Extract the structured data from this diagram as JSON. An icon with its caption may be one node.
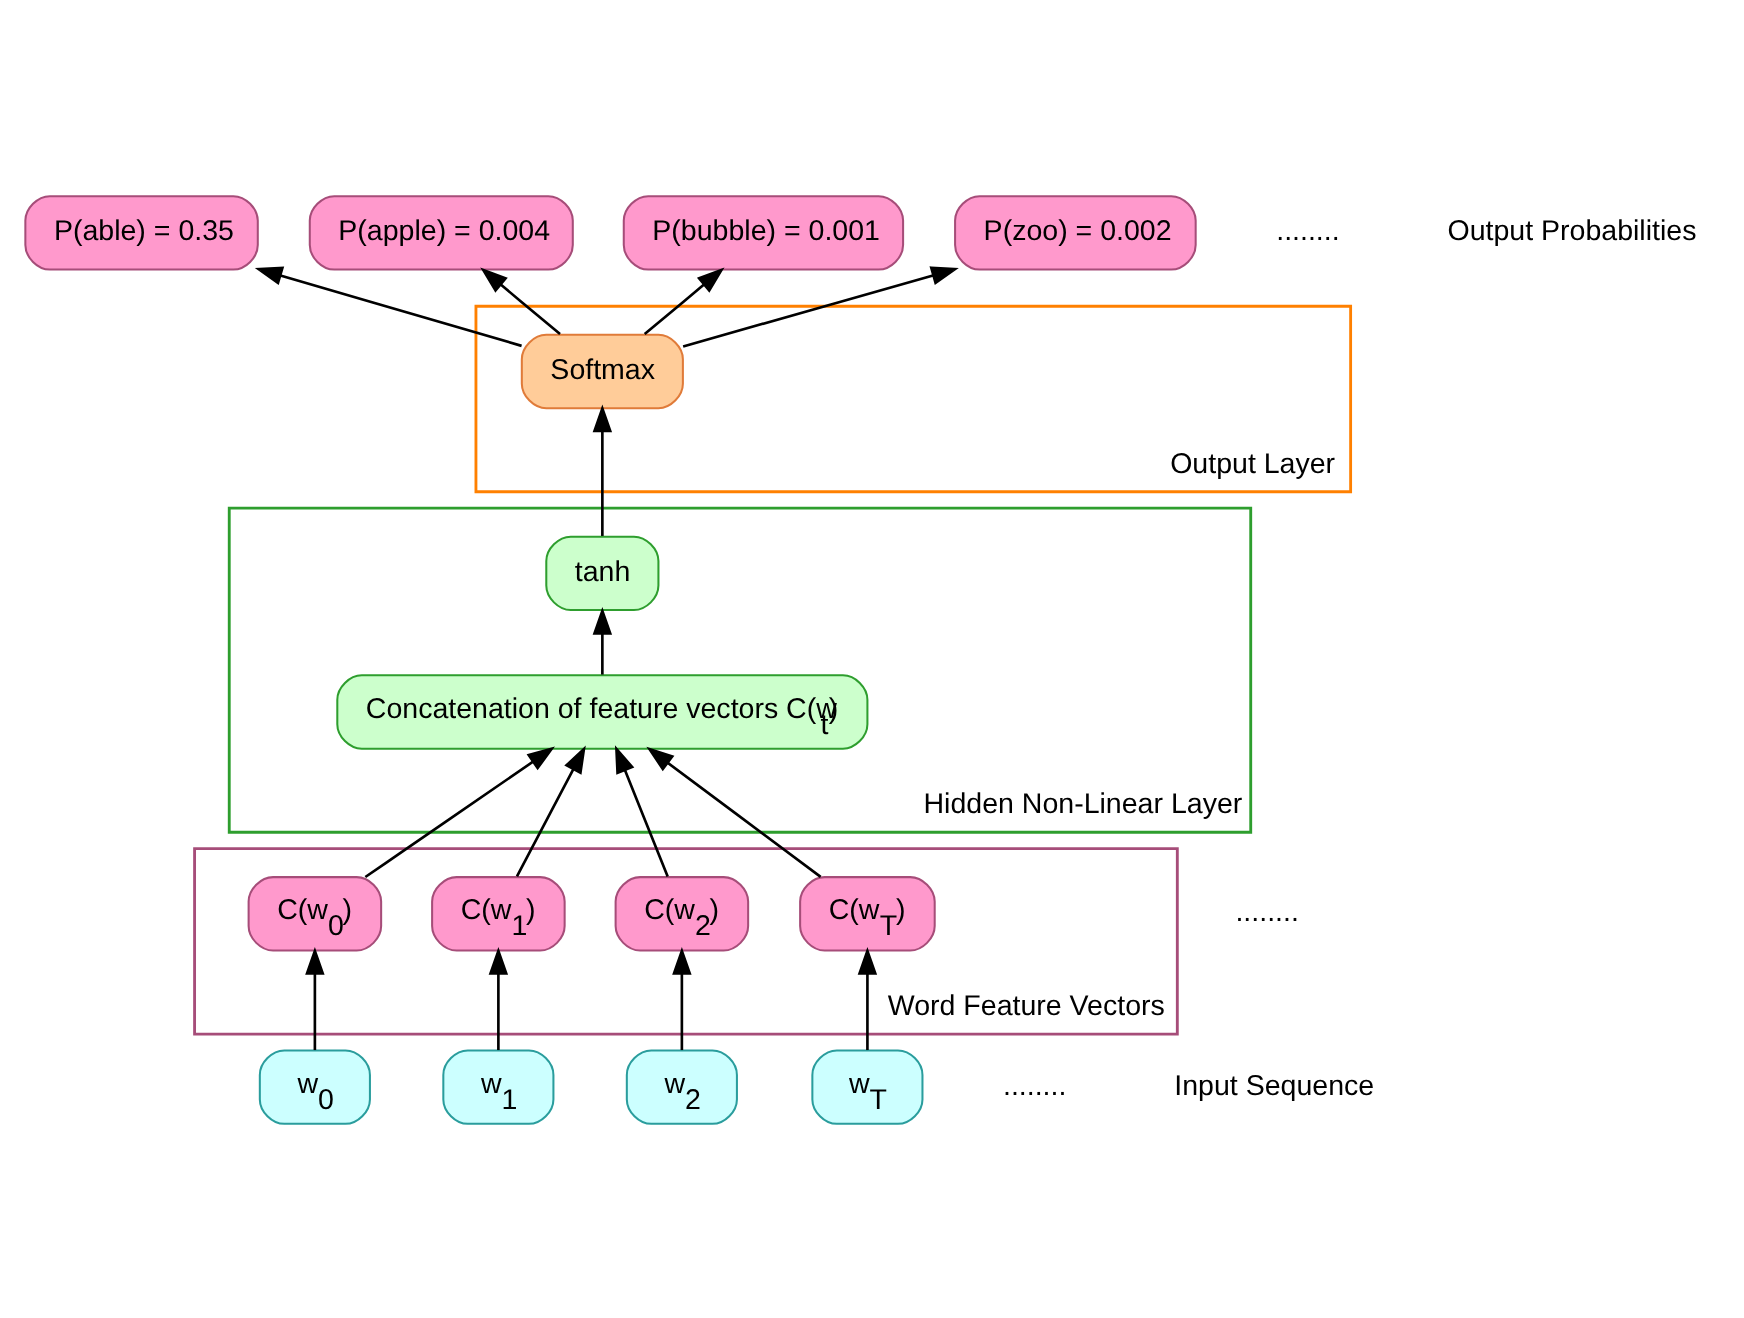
{
  "diagram": {
    "nodes": [
      {
        "text": [
          "P(able) = 0.35"
        ]
      },
      {
        "text": [
          "P(apple) = 0.004"
        ]
      },
      {
        "text": [
          "P(bubble) = 0.001"
        ]
      },
      {
        "text": [
          "P(zoo) = 0.002"
        ]
      },
      {
        "text": [
          "Output Layer"
        ]
      },
      {
        "text": [
          "Softmax"
        ],
        "in": 4
      },
      {
        "text": [
          "Hidden Non-Linear Layer"
        ]
      },
      {
        "text": [
          "tanh"
        ],
        "in": 6
      },
      {
        "text": [
          "Concatenation of feature vectors C(w$_{t}$)"
        ],
        "in": 6
      },
      {
        "text": [
          "Word Feature Vectors"
        ]
      },
      {
        "text": [
          "C(w$_{0}$)"
        ],
        "in": 9
      },
      {
        "text": [
          "C(w$_{1}$)"
        ],
        "in": 9
      },
      {
        "text": [
          "C(w$_{2}$)"
        ],
        "in": 9
      },
      {
        "text": [
          "C(w$_{T}$)"
        ],
        "in": 9
      },
      {
        "text": [
          "w$_{0}$"
        ]
      },
      {
        "text": [
          "w$_{1}$"
        ]
      },
      {
        "text": [
          "w$_{2}$"
        ]
      },
      {
        "text": [
          "w$_{T}$"
        ]
      }
    ],
    "edges": [
      {
        "from": 5,
        "to": 0,
        "arrow": "to"
      },
      {
        "from": 5,
        "to": 1,
        "arrow": "to"
      },
      {
        "from": 5,
        "to": 2,
        "arrow": "to"
      },
      {
        "from": 5,
        "to": 3,
        "arrow": "to"
      },
      {
        "from": 7,
        "to": 5,
        "arrow": "to"
      },
      {
        "from": 8,
        "to": 7,
        "arrow": "to"
      },
      {
        "from": 10,
        "to": 8,
        "arrow": "to"
      },
      {
        "from": 11,
        "to": 8,
        "arrow": "to"
      },
      {
        "from": 12,
        "to": 8,
        "arrow": "to"
      },
      {
        "from": 13,
        "to": 8,
        "arrow": "to"
      },
      {
        "from": 14,
        "to": 10,
        "arrow": "to"
      },
      {
        "from": 15,
        "to": 11,
        "arrow": "to"
      },
      {
        "from": 16,
        "to": 12,
        "arrow": "to"
      },
      {
        "from": 17,
        "to": 13,
        "arrow": "to"
      }
    ],
    "labels": [
      "........",
      "Output Probabilities",
      "........",
      "........",
      "Input Sequence"
    ]
  }
}
